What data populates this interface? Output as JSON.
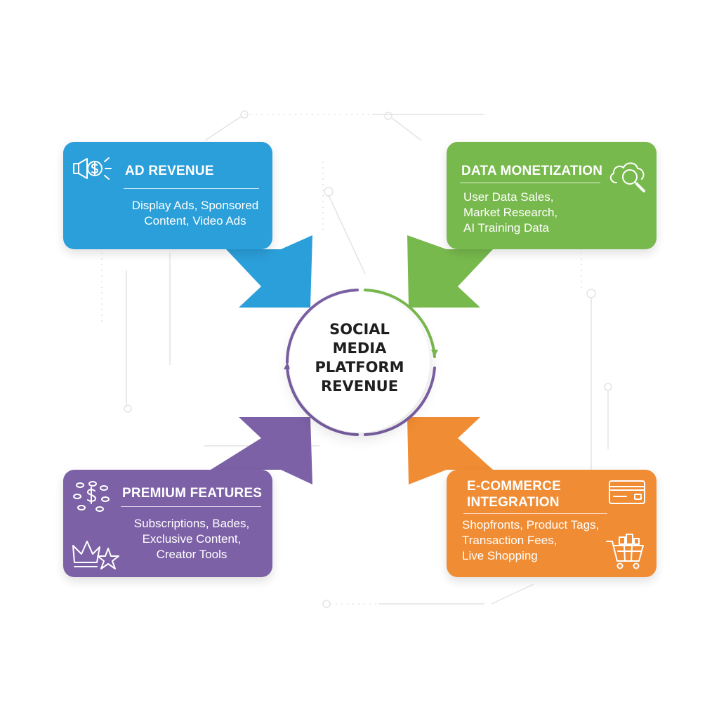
{
  "center": {
    "lines": [
      "SOCIAL",
      "MEDIA",
      "PLATFORM",
      "REVENUE"
    ]
  },
  "cards": {
    "ad": {
      "title": "AD REVENUE",
      "desc": [
        "Display Ads, Sponsored",
        "Content, Video Ads"
      ],
      "color": "#2b9fd9",
      "icon": "megaphone-dollar-icon"
    },
    "data": {
      "title": "DATA MONETIZATION",
      "desc": [
        "User Data Sales,",
        "Market Research,",
        "AI Training Data"
      ],
      "color": "#78b94d",
      "icon": "cloud-search-icon"
    },
    "premium": {
      "title": "PREMIUM FEATURES",
      "desc": [
        "Subscriptions, Bades,",
        "Exclusive Content,",
        "Creator Tools"
      ],
      "color": "#7c61a6",
      "icon": "crown-star-icon"
    },
    "ecom": {
      "title_lines": [
        "E-COMMERCE",
        "INTEGRATION"
      ],
      "desc": [
        "Shopfronts, Product Tags,",
        "Transaction Fees,",
        "Live Shopping"
      ],
      "color": "#f08c33",
      "icon": "credit-card-cart-icon"
    }
  },
  "ring_color": "#7c61a6"
}
